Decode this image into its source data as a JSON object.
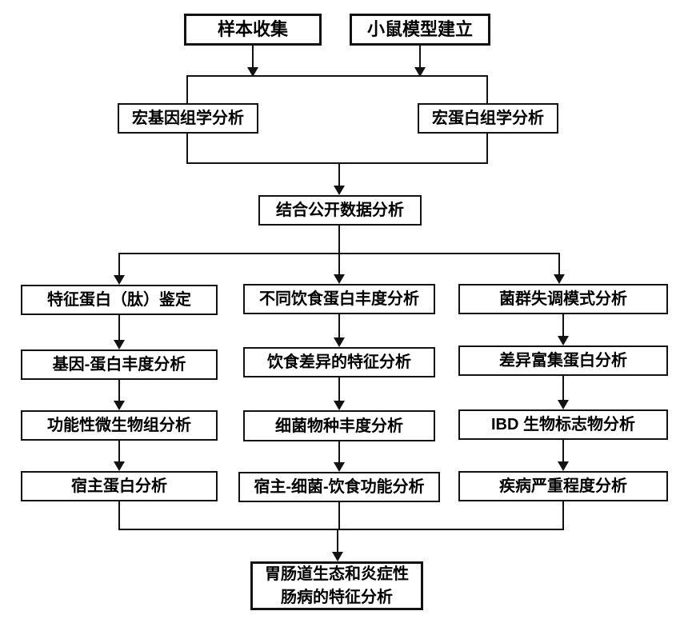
{
  "diagram": {
    "colors": {
      "background": "#ffffff",
      "line": "#121212",
      "box_border": "#121212",
      "box_fill": "#ffffff",
      "text": "#000000"
    },
    "nodes": {
      "sample_collection": "样本收集",
      "mouse_model": "小鼠模型建立",
      "metagenomics": "宏基因组学分析",
      "metaproteomics": "宏蛋白组学分析",
      "combined_public_data": "结合公开数据分析"
    },
    "left_column": [
      "特征蛋白（肽）鉴定",
      "基因-蛋白丰度分析",
      "功能性微生物组分析",
      "宿主蛋白分析"
    ],
    "middle_column": [
      "不同饮食蛋白丰度分析",
      "饮食差异的特征分析",
      "细菌物种丰度分析",
      "宿主-细菌-饮食功能分析"
    ],
    "right_column": [
      "菌群失调模式分析",
      "差异富集蛋白分析",
      "IBD 生物标志物分析",
      "疾病严重程度分析"
    ],
    "final_node": {
      "line1": "胃肠道生态和炎症性",
      "line2": "肠病的特征分析"
    }
  }
}
